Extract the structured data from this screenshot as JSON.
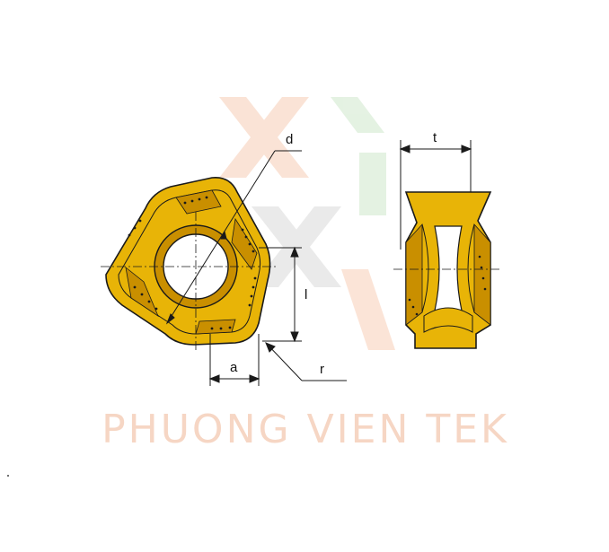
{
  "diagram": {
    "labels": {
      "diameter": "d",
      "thickness": "t",
      "length": "l",
      "offset": "a",
      "radius": "r"
    },
    "colors": {
      "insert_fill": "#e8b407",
      "insert_shade": "#c98f00",
      "outline": "#1a1a1a",
      "watermark": "#f6d6c4"
    }
  },
  "watermark": {
    "text": "PHUONG VIEN TEK"
  }
}
